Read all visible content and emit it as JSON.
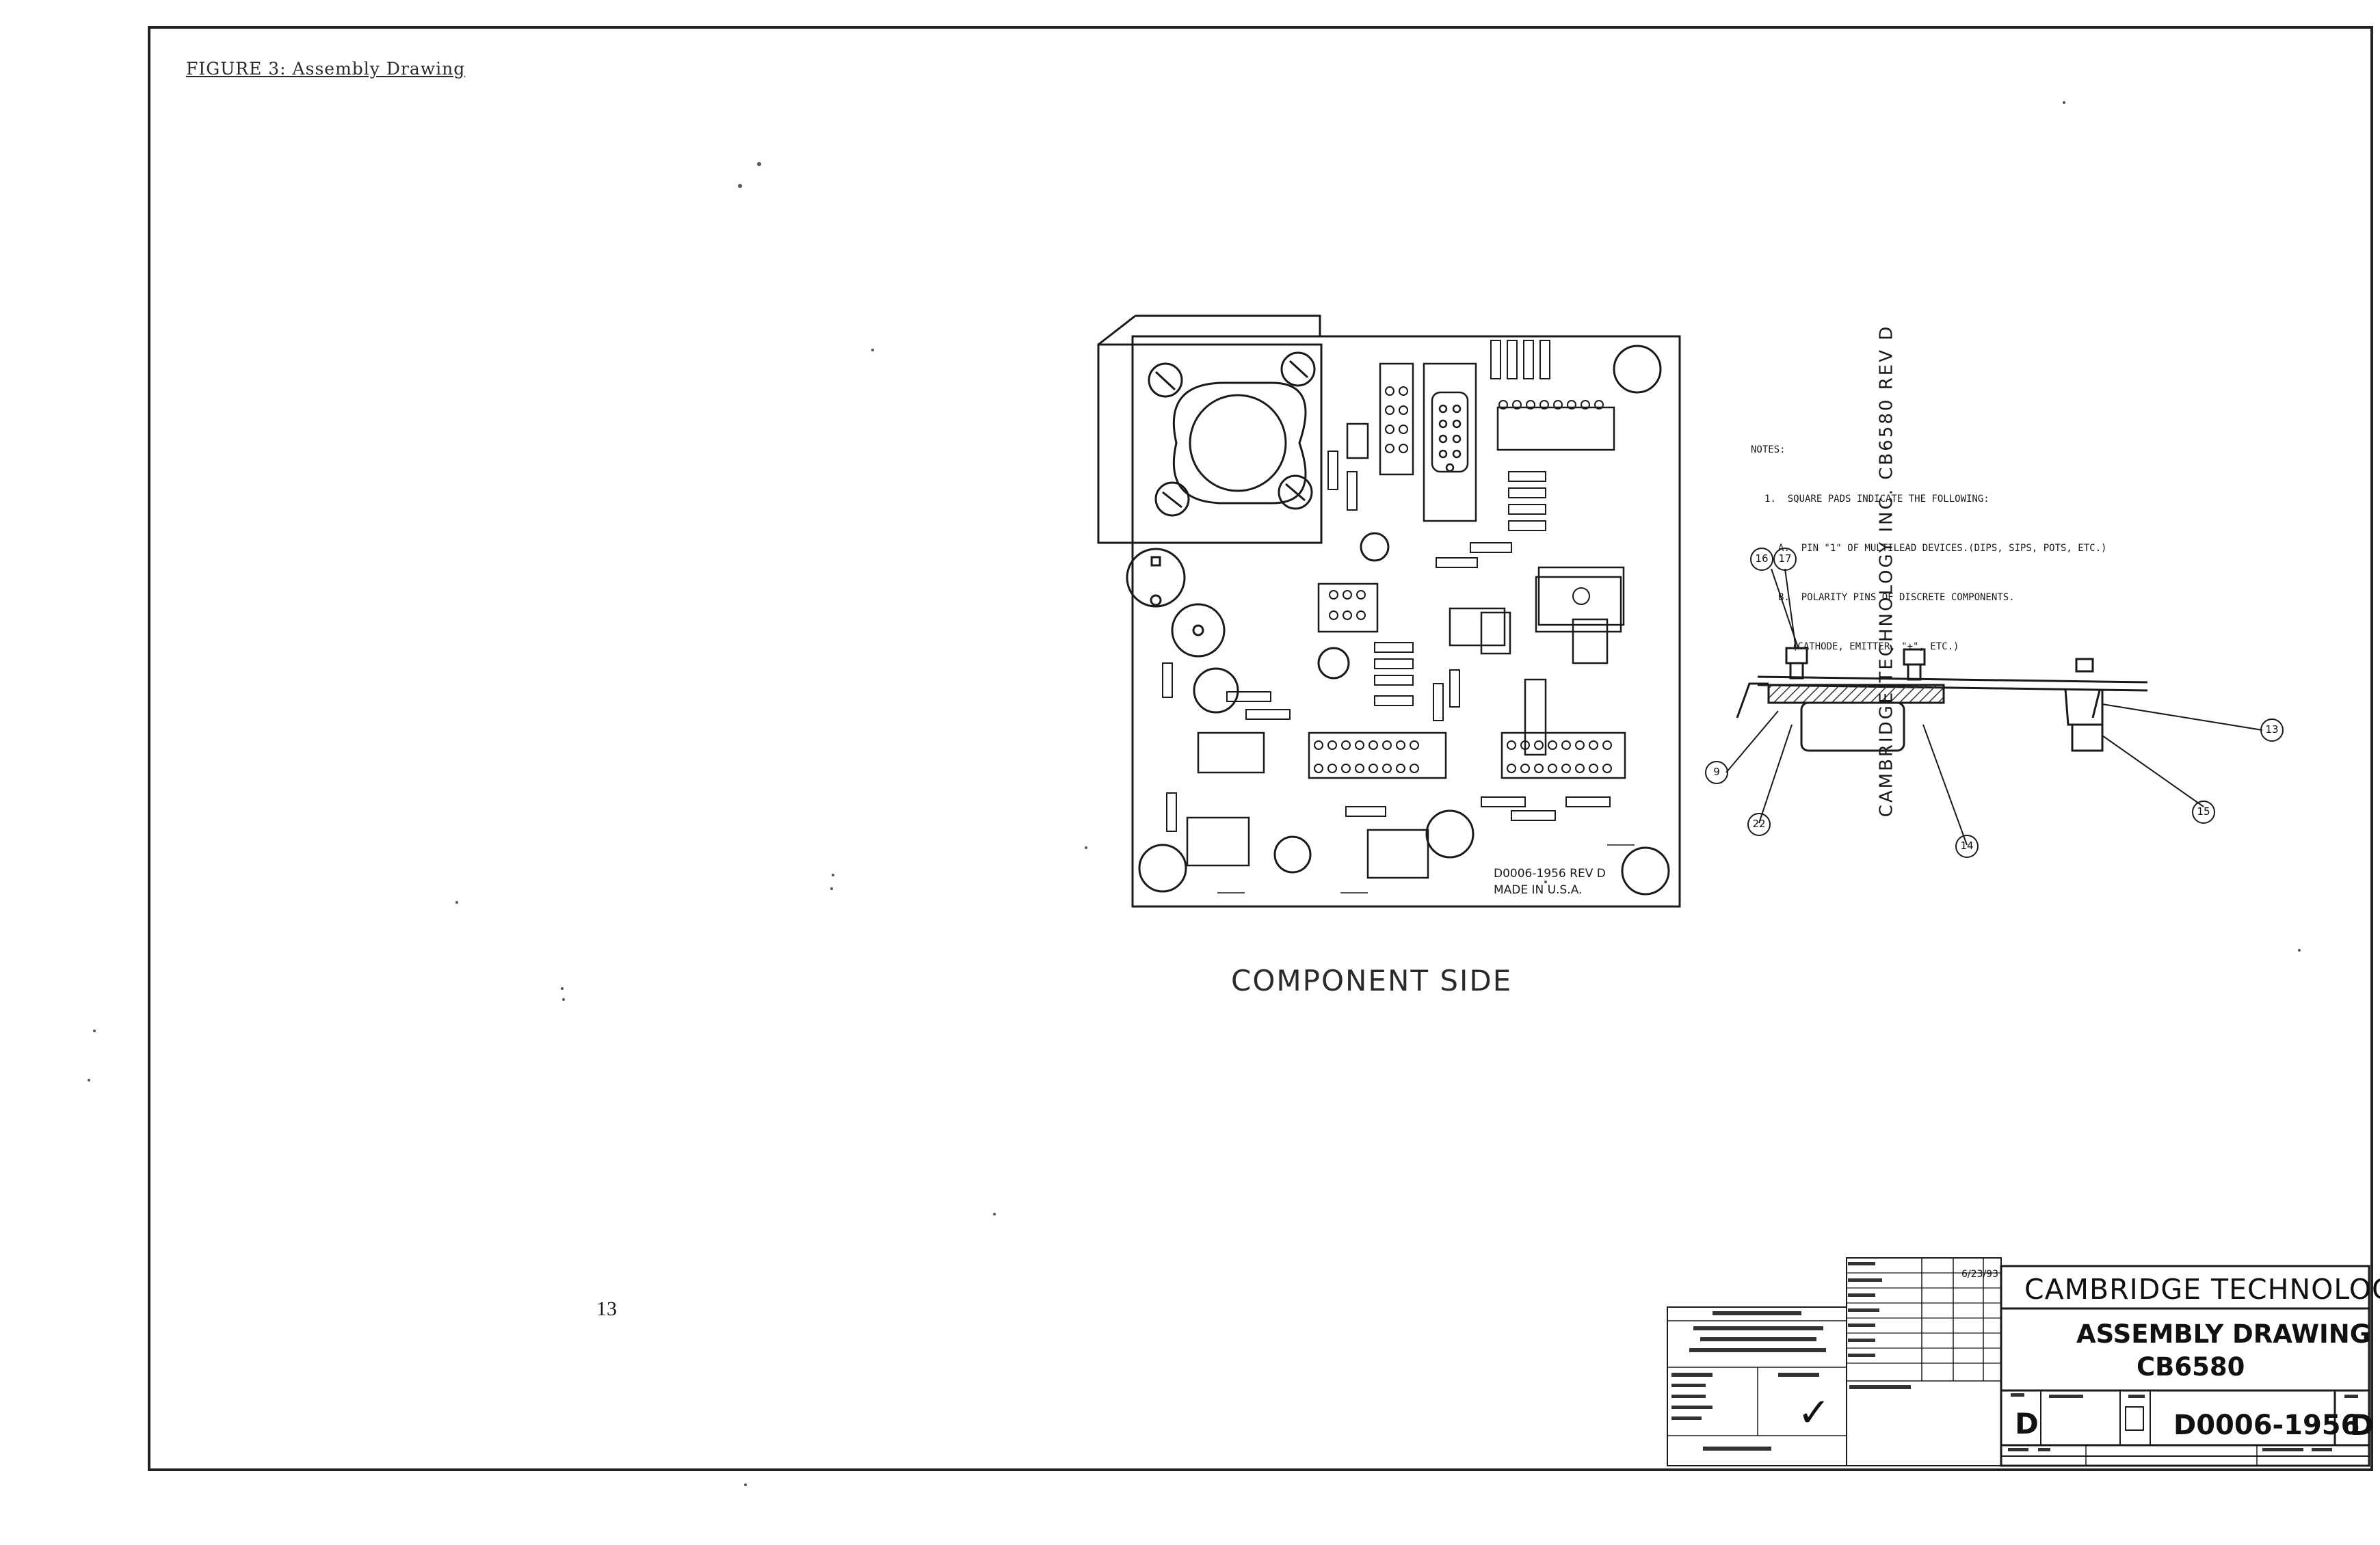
{
  "figure_caption": "FIGURE 3: Assembly Drawing",
  "page_number": "13",
  "board_view_label": "COMPONENT SIDE",
  "board_silkscreen": {
    "company_rev": "CAMBRIDGE TECHNOLOGY INC.  CB6580 REV D",
    "part_number": "D0006-1956 REV D",
    "made_in": "MADE IN U.S.A."
  },
  "notes": {
    "heading": "NOTES:",
    "line1": "1.  SQUARE PADS INDICATE THE FOLLOWING:",
    "line2": "A.  PIN \"1\" OF MULTILEAD DEVICES.(DIPS, SIPS, POTS, ETC.)",
    "line3": "B.  POLARITY PINS OF DISCRETE COMPONENTS.",
    "line4": "(CATHODE, EMITTER, \"+\", ETC.)"
  },
  "callouts": [
    "16",
    "17",
    "9",
    "22",
    "14",
    "13",
    "15"
  ],
  "title_block": {
    "company": "CAMBRIDGE TECHNOLOGY, INC.",
    "title_line1": "ASSEMBLY DRAWING",
    "title_line2": "CB6580",
    "drawing_number": "D0006-1956",
    "size": "D",
    "revision": "D",
    "date": "6/23/93",
    "approval_check": "✓"
  }
}
